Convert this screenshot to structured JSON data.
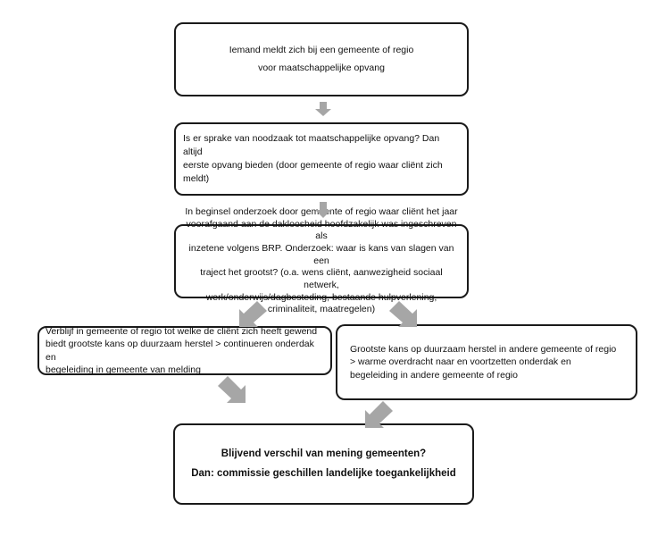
{
  "diagram": {
    "box1": {
      "lines": [
        "Iemand meldt zich bij een gemeente of regio",
        "voor maatschappelijke opvang"
      ]
    },
    "box2": {
      "lines": [
        "Is er sprake van noodzaak tot maatschappelijke opvang? Dan altijd",
        "eerste opvang bieden (door gemeente of regio waar cliënt zich",
        "meldt)"
      ]
    },
    "box3": {
      "lines": [
        "In beginsel onderzoek door gemeente of regio waar cliënt het jaar",
        "voorafgaand aan de dakloosheid hoofdzakelijk was ingeschreven als",
        "inzetene volgens BRP. Onderzoek: waar is kans van slagen van een",
        "traject het grootst? (o.a. wens cliënt, aanwezigheid sociaal netwerk,",
        "werk/onderwijs/dagbesteding, bestaande hulpverlening,",
        "criminaliteit, maatregelen)"
      ]
    },
    "box4": {
      "lines": [
        "Verblijf in gemeente of regio tot welke de cliënt zich heeft gewend",
        "biedt grootste kans op duurzaam herstel > continueren onderdak en",
        "begeleiding in gemeente van melding"
      ]
    },
    "box5": {
      "lines": [
        "Grootste kans op duurzaam herstel in andere gemeente of regio",
        "> warme overdracht naar en voortzetten onderdak en",
        "begeleiding in andere gemeente of regio"
      ]
    },
    "box6": {
      "lines": [
        "Blijvend verschil van mening gemeenten?",
        "Dan: commissie geschillen landelijke toegankelijkheid"
      ]
    }
  },
  "colors": {
    "border": "#1a1a1a",
    "arrow": "#a6a6a6"
  }
}
